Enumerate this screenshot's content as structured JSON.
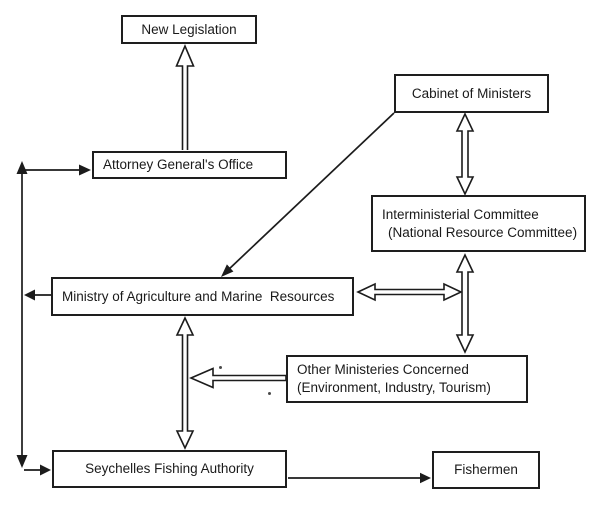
{
  "nodes": {
    "new_legislation": {
      "label": "New Legislation"
    },
    "cabinet": {
      "label": "Cabinet of Ministers"
    },
    "attorney_general": {
      "label": "Attorney General's Office"
    },
    "interministerial": {
      "line1": "Interministerial Committee",
      "line2": "(National Resource Committee)"
    },
    "ministry": {
      "label": "Ministry of Agriculture and Marine  Resources"
    },
    "other_ministries": {
      "line1": "Other Ministeries Concerned",
      "line2": "(Environment, Industry, Tourism)"
    },
    "sfa": {
      "label": "Seychelles Fishing Authority"
    },
    "fishermen": {
      "label": "Fishermen"
    }
  },
  "edges": [
    {
      "from": "Attorney General's Office",
      "to": "New Legislation",
      "style": "hollow-outline",
      "direction": "one-way-up"
    },
    {
      "from": "Cabinet of Ministers",
      "to": "Interministerial Committee (National Resource Committee)",
      "style": "hollow-outline",
      "direction": "two-way"
    },
    {
      "from": "Cabinet of Ministers",
      "to": "Ministry of Agriculture and Marine Resources",
      "style": "solid-thin",
      "direction": "one-way-diagonal"
    },
    {
      "from": "Ministry of Agriculture and Marine Resources",
      "to": "Interministerial Committee (National Resource Committee)",
      "style": "hollow-outline",
      "direction": "two-way"
    },
    {
      "from": "Interministerial Committee (National Resource Committee)",
      "to": "Other Ministeries Concerned",
      "style": "hollow-outline",
      "direction": "two-way"
    },
    {
      "from": "Other Ministeries Concerned",
      "to": "Ministry of Agriculture and Marine Resources",
      "style": "hollow-outline",
      "direction": "one-way-left"
    },
    {
      "from": "Ministry of Agriculture and Marine Resources",
      "to": "Seychelles Fishing Authority",
      "style": "hollow-outline",
      "direction": "two-way"
    },
    {
      "from": "Ministry of Agriculture and Marine Resources",
      "to": "Attorney General's Office",
      "style": "solid-thin",
      "direction": "one-way-via-left-rail"
    },
    {
      "from": "Ministry of Agriculture and Marine Resources",
      "to": "Seychelles Fishing Authority",
      "style": "solid-thin",
      "direction": "one-way-via-left-rail"
    },
    {
      "from": "Seychelles Fishing Authority",
      "to": "Fishermen",
      "style": "solid-thin",
      "direction": "one-way-right"
    }
  ],
  "colors": {
    "line": "#1c1c1c",
    "box_border": "#1e1e1e",
    "background": "#ffffff",
    "text": "#1a1a1a"
  }
}
